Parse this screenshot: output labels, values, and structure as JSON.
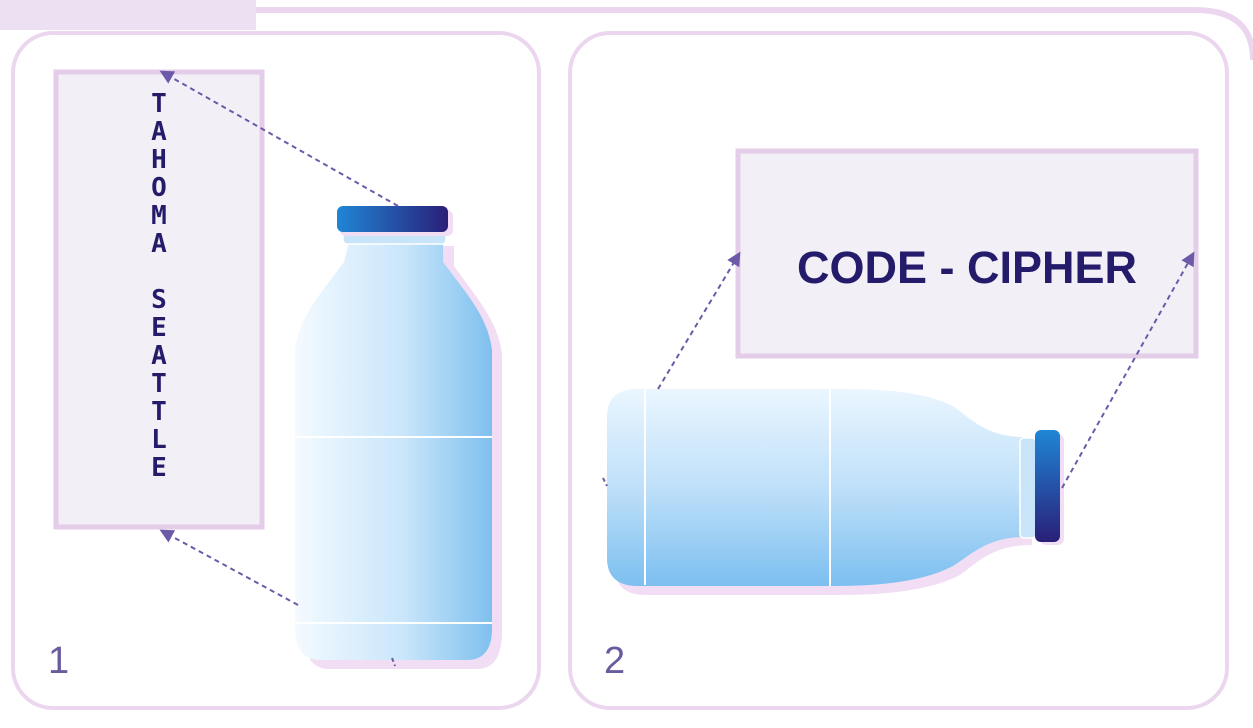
{
  "panels": [
    {
      "number": "1",
      "label_text": "TAHOMA SEATTLE",
      "label_orientation": "vertical",
      "bottle_orientation": "upright"
    },
    {
      "number": "2",
      "label_text": "CODE - CIPHER",
      "label_orientation": "horizontal",
      "bottle_orientation": "lying-on-side"
    }
  ],
  "colors": {
    "panel_border": "#ecd6ef",
    "label_box_fill": "#f3eff7",
    "label_box_border": "#e4cde8",
    "label_text": "#241c6a",
    "cap_dark": "#2a1f7a",
    "cap_light": "#1a8ad8",
    "bottle_light": "#eef7fe",
    "bottle_dark": "#86c4ee",
    "arrow": "#6c5aa8",
    "number": "#6a5a9e"
  }
}
